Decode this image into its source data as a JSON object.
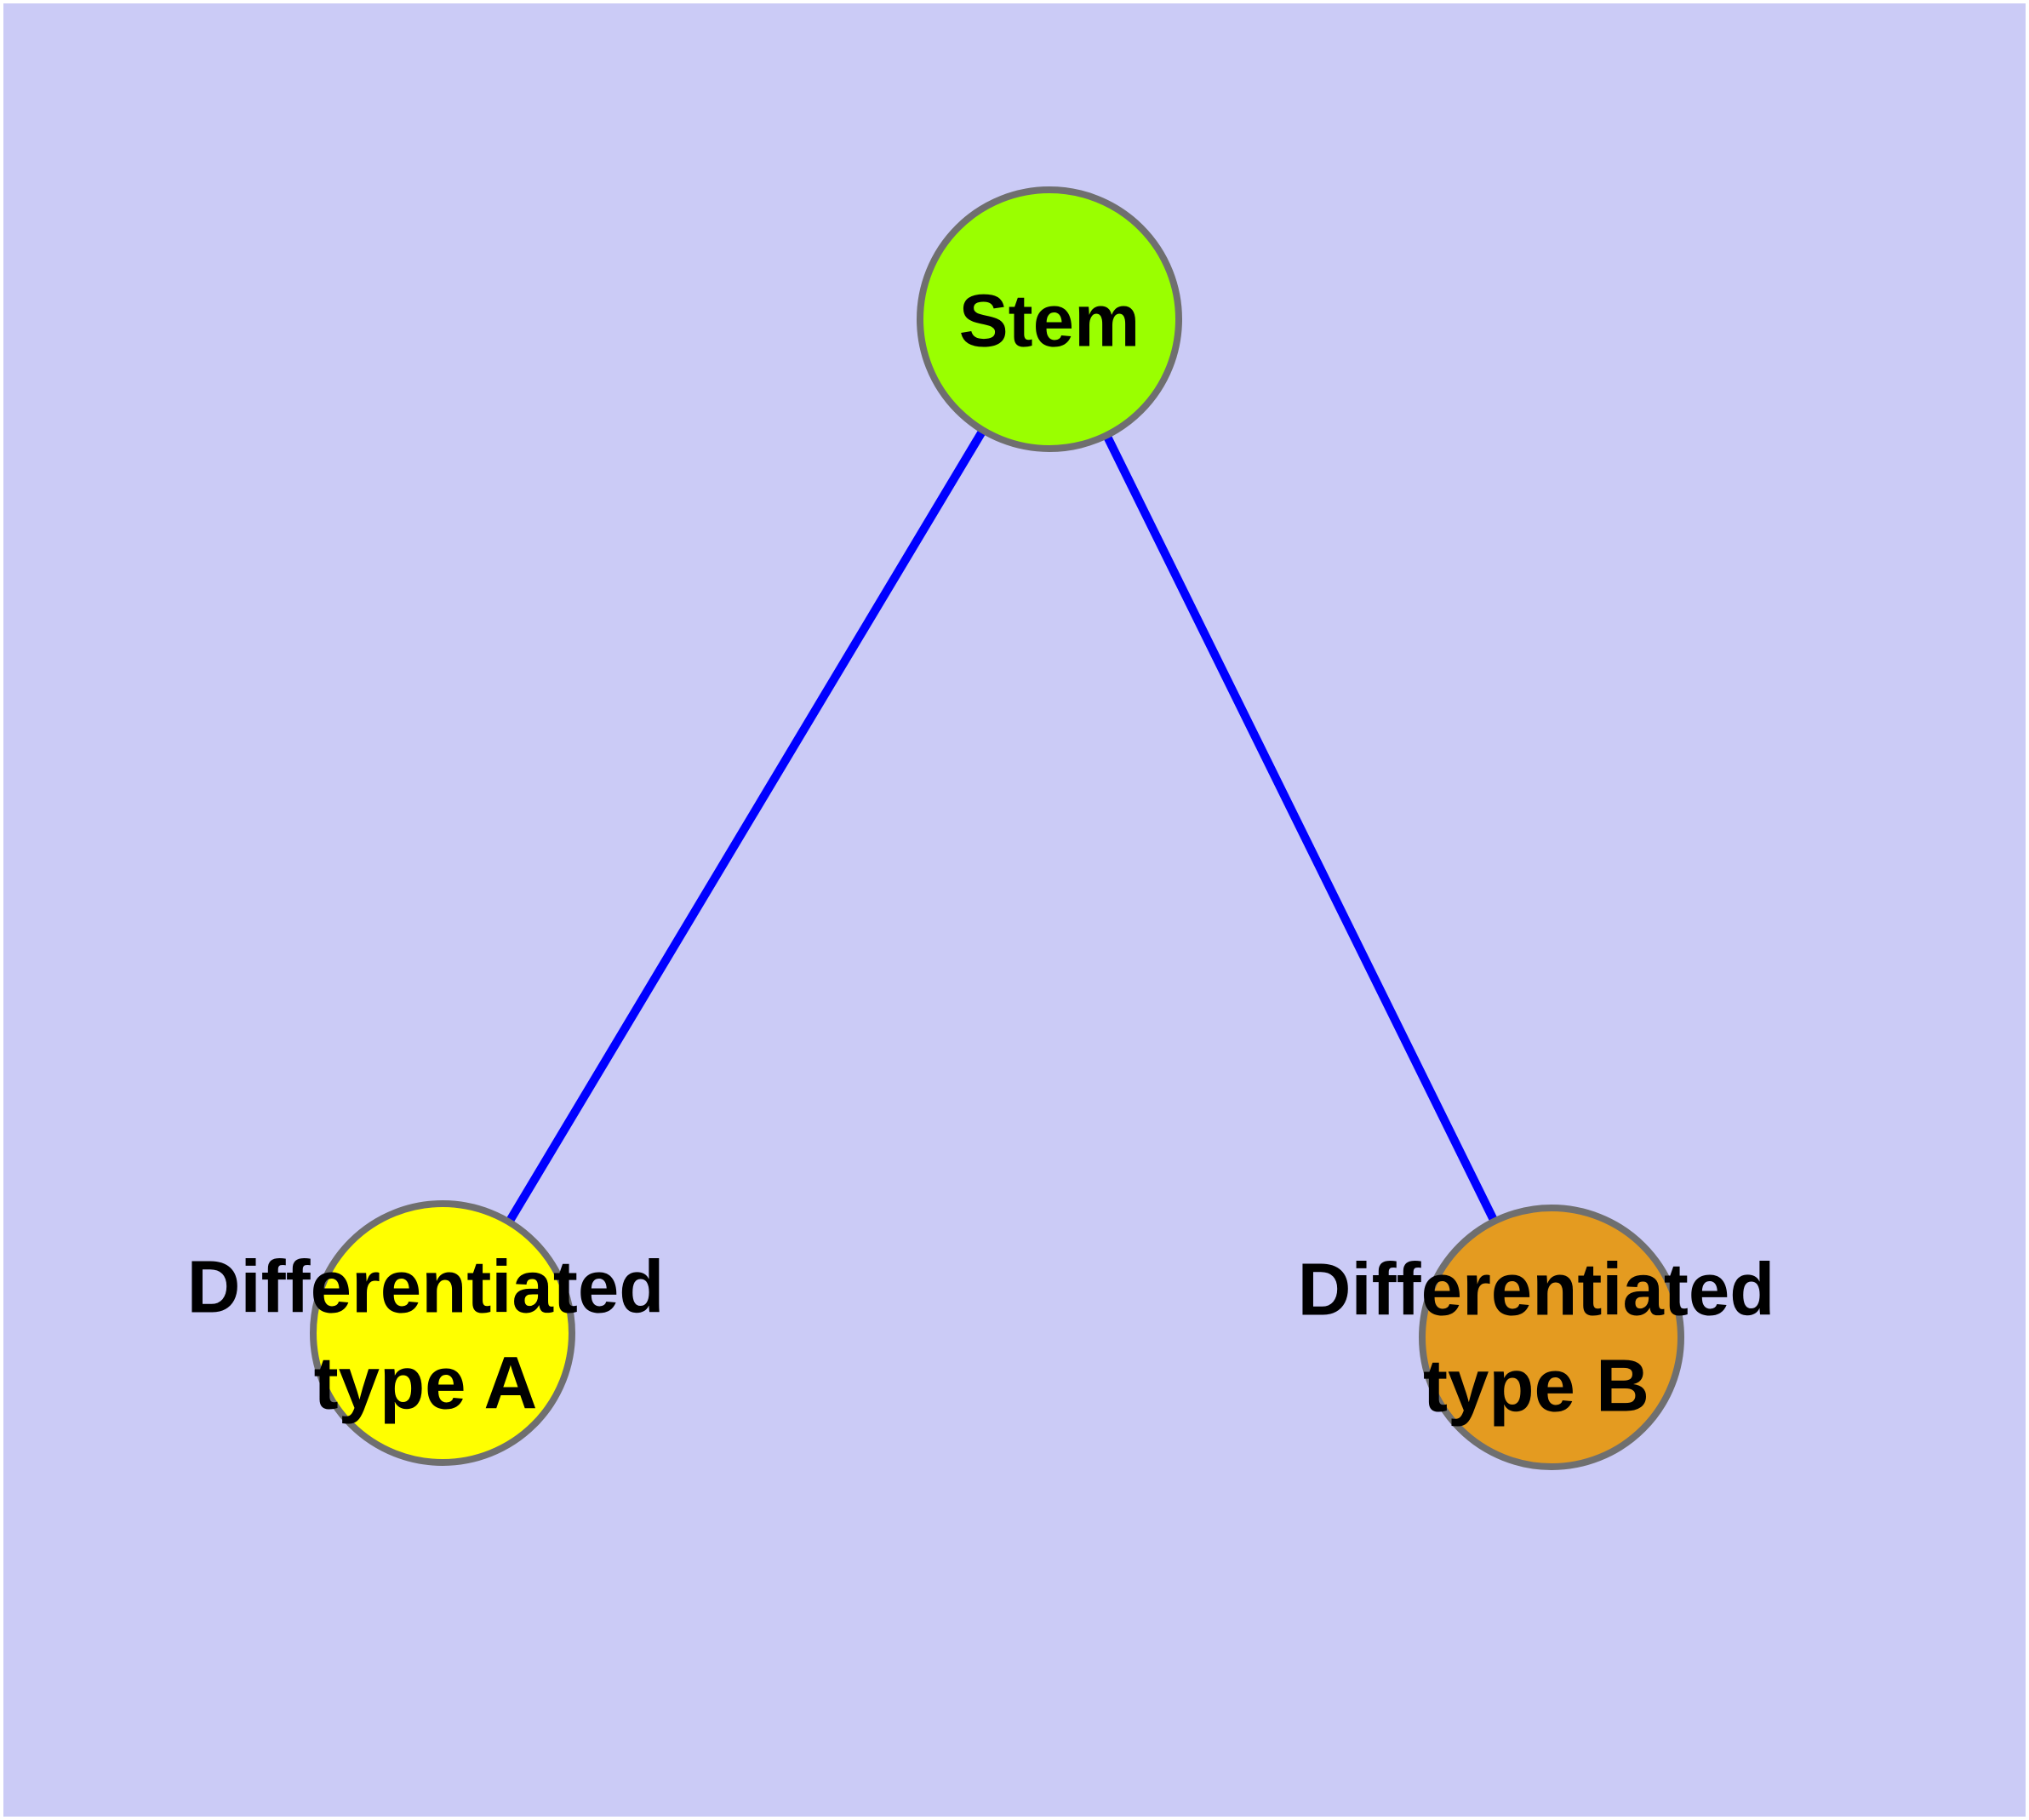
{
  "canvas": {
    "background": "#CBCBF6",
    "frame": "#FFFFFF"
  },
  "graph": {
    "type": "node-link-diagram",
    "edge_color": "#0000FF",
    "node_border_color": "#6F6F6F",
    "label_color": "#000000",
    "nodes": [
      {
        "id": "stem",
        "label": "Stem",
        "label_line1": "Stem",
        "label_line2": "",
        "fill": "#9AFF00"
      },
      {
        "id": "differentiated-type-a",
        "label": "Differentiated type A",
        "label_line1": "Differentiated",
        "label_line2": "type A",
        "fill": "#FFFF00"
      },
      {
        "id": "differentiated-type-b",
        "label": "Differentiated type B",
        "label_line1": "Differentiated",
        "label_line2": "type B",
        "fill": "#E49B20"
      }
    ],
    "edges": [
      {
        "from": "Stem",
        "to": "Differentiated type A"
      },
      {
        "from": "Stem",
        "to": "Differentiated type B"
      }
    ]
  }
}
